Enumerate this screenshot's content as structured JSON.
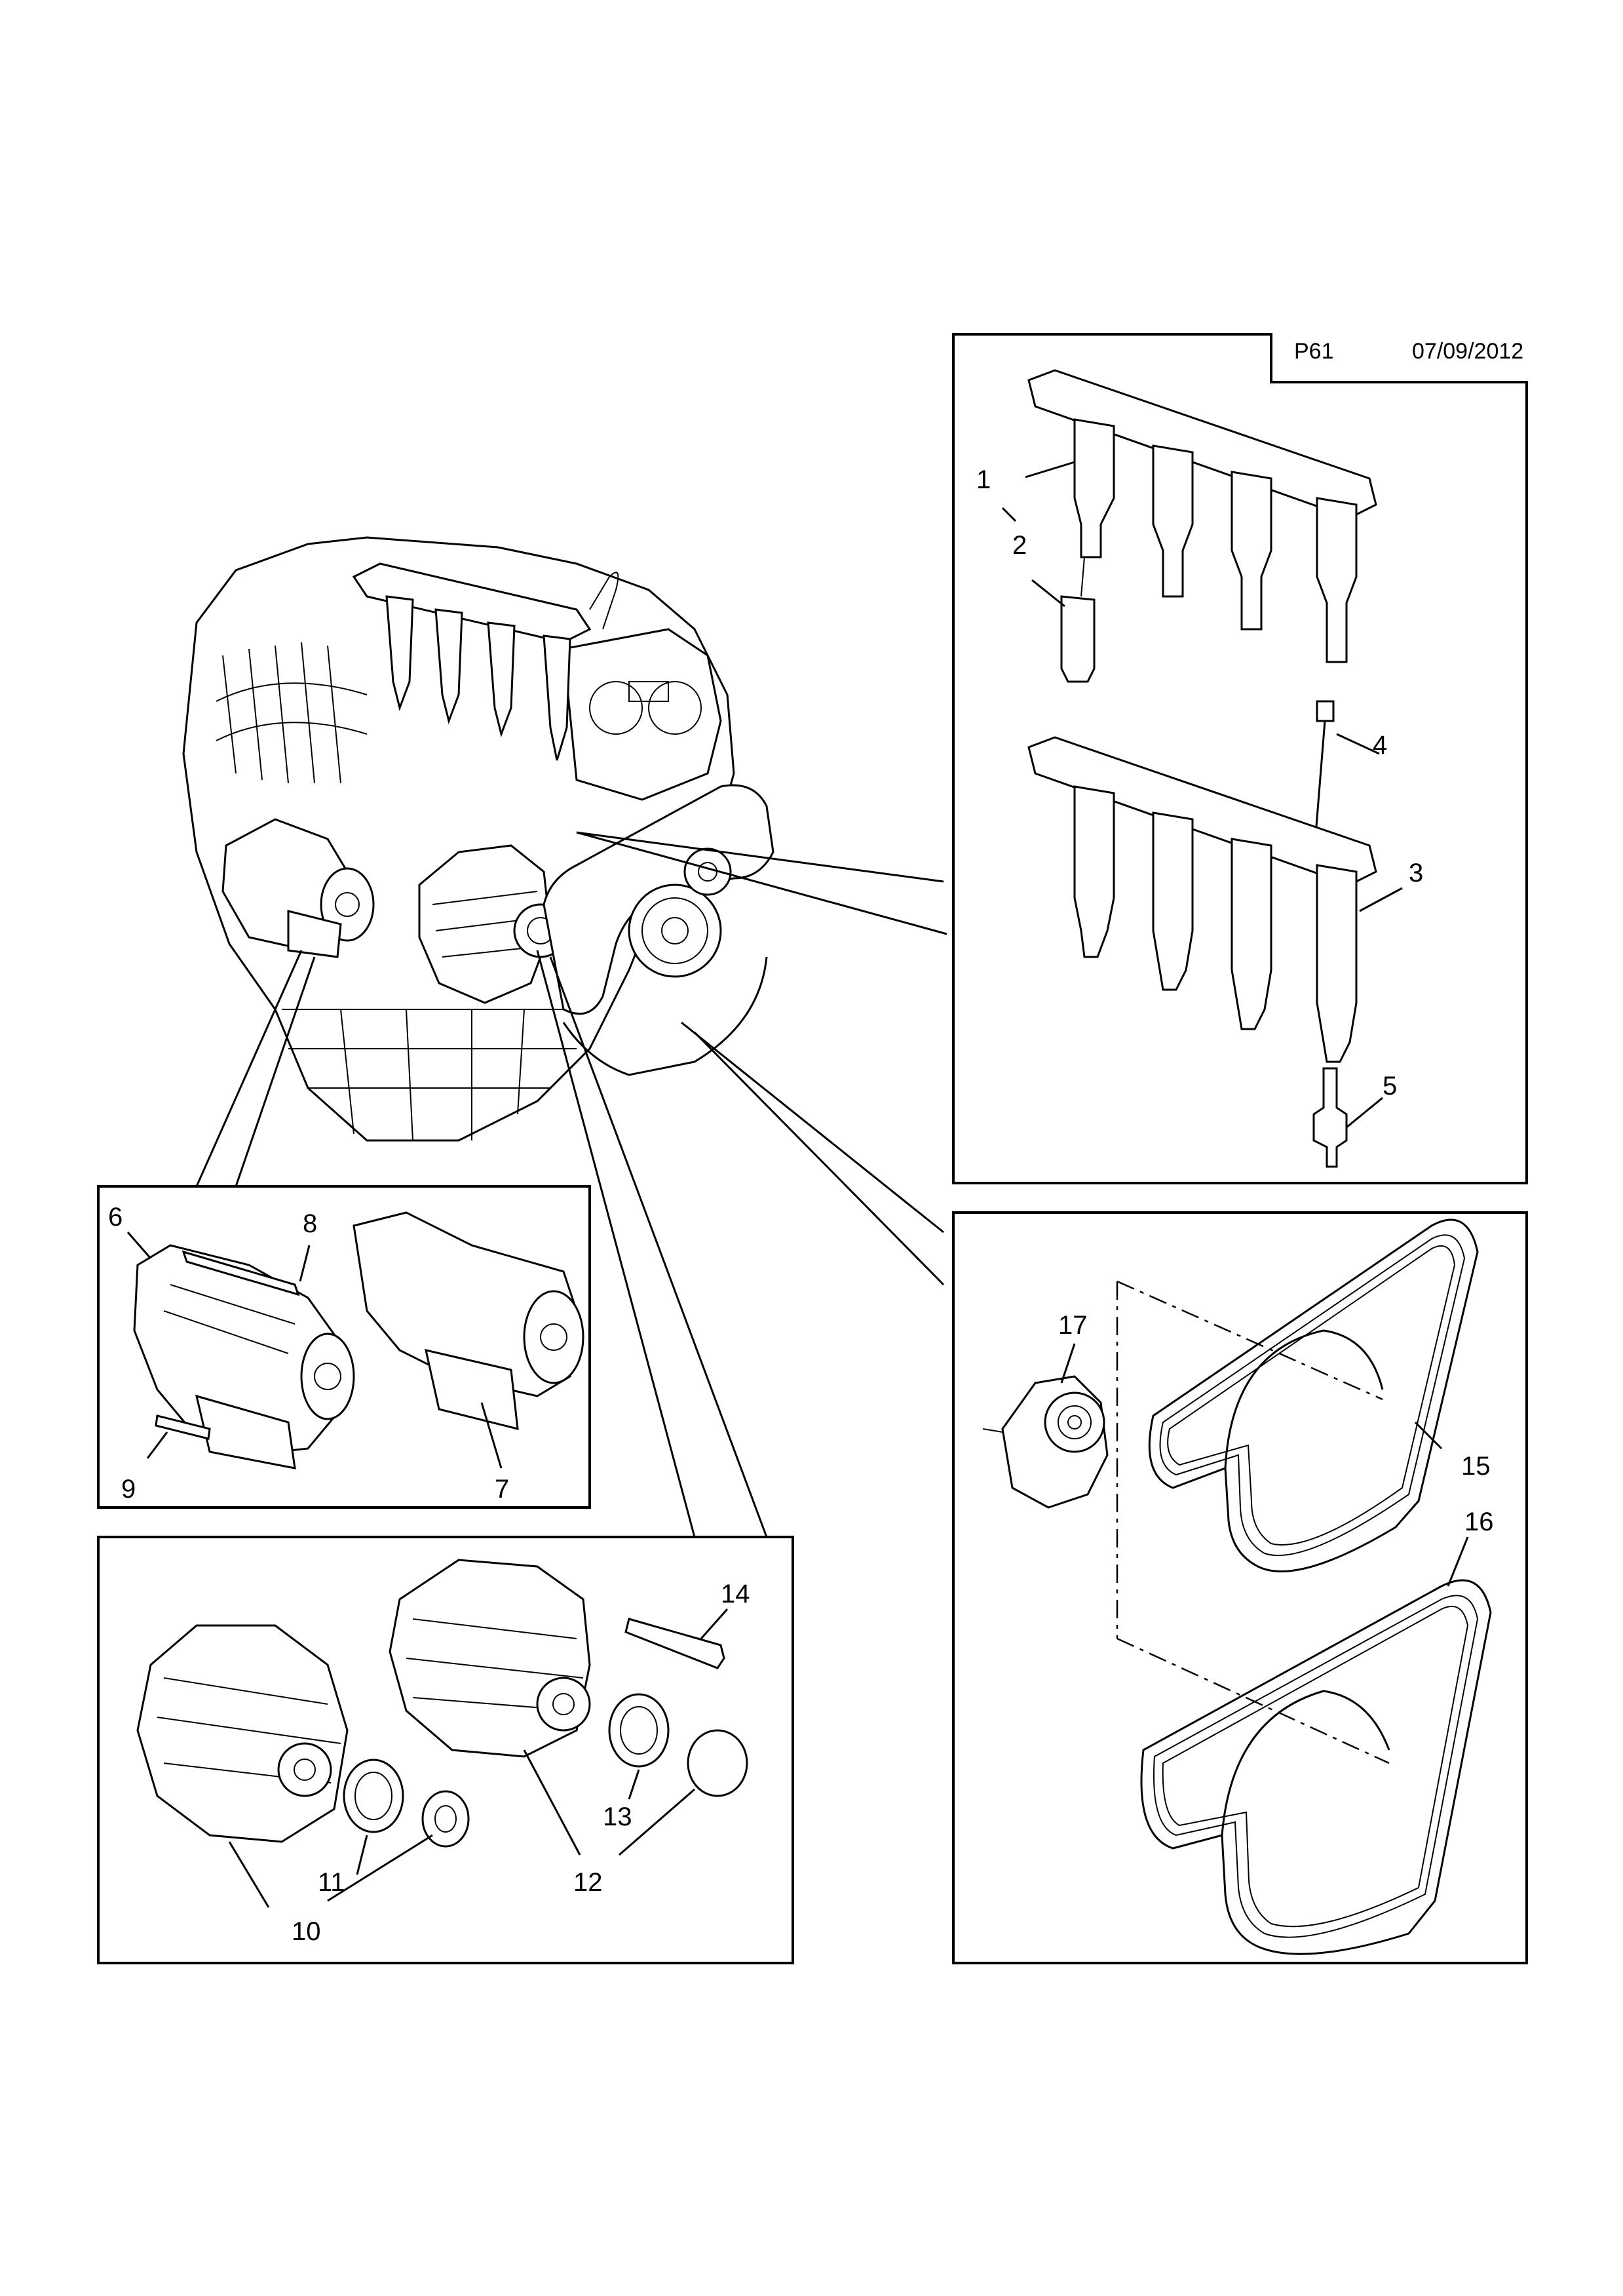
{
  "header": {
    "page_code": "P61",
    "date": "07/09/2012"
  },
  "callouts": {
    "c1": "1",
    "c2": "2",
    "c3": "3",
    "c4": "4",
    "c5": "5",
    "c6": "6",
    "c7": "7",
    "c8": "8",
    "c9": "9",
    "c10": "10",
    "c11": "11",
    "c12": "12",
    "c13": "13",
    "c14": "14",
    "c15": "15",
    "c16": "16",
    "c17": "17"
  }
}
